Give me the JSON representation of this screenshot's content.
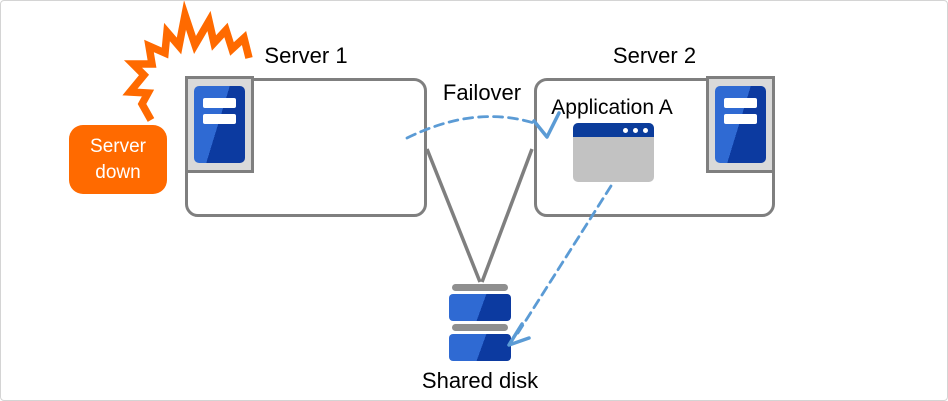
{
  "diagram": {
    "type": "failover-cluster-diagram",
    "labels": {
      "server1": "Server 1",
      "server2": "Server 2",
      "failover": "Failover",
      "application": "Application A",
      "server_down": "Server down",
      "shared_disk": "Shared disk"
    },
    "icons": [
      "burst-icon",
      "server-tower-icon",
      "app-window-icon",
      "shared-disk-icon"
    ],
    "colors": {
      "alert_orange": "#ff6a00",
      "box_border_gray": "#7f7f7f",
      "panel_gray": "#d9d9d9",
      "server_blue_light": "#2f6ad3",
      "server_blue_dark": "#0c3aa0",
      "window_titlebar_blue": "#0b3c9b",
      "window_body_gray": "#c2c2c2",
      "disk_bar_gray": "#8f8f8f",
      "arrow_blue": "#5b9bd5",
      "line_gray": "#7f7f7f",
      "badge_text": "#ffffff",
      "label_text": "#000000"
    }
  }
}
